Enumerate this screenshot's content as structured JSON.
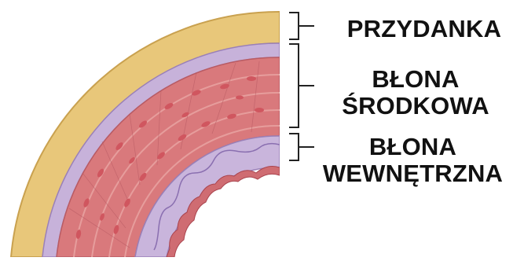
{
  "labels": {
    "adventitia": "PRZYDANKA",
    "media": [
      "BŁONA",
      "ŚRODKOWA"
    ],
    "intima": [
      "BŁONA",
      "WEWNĘTRZNA"
    ]
  },
  "colors": {
    "adventitia": "#e8c77a",
    "adventitia_edge": "#c9a14f",
    "elastic_layer": "#c7b2da",
    "elastic_edge": "#9a80b8",
    "media": "#d9797c",
    "media_light": "#e8a2a0",
    "cell_nucleus": "#d0565f",
    "intima": "#c9b5dc",
    "endothelium": "#cf6c72",
    "bracket": "#222222"
  },
  "icons": {
    "vessel": "artery-cross-section-illustration"
  }
}
